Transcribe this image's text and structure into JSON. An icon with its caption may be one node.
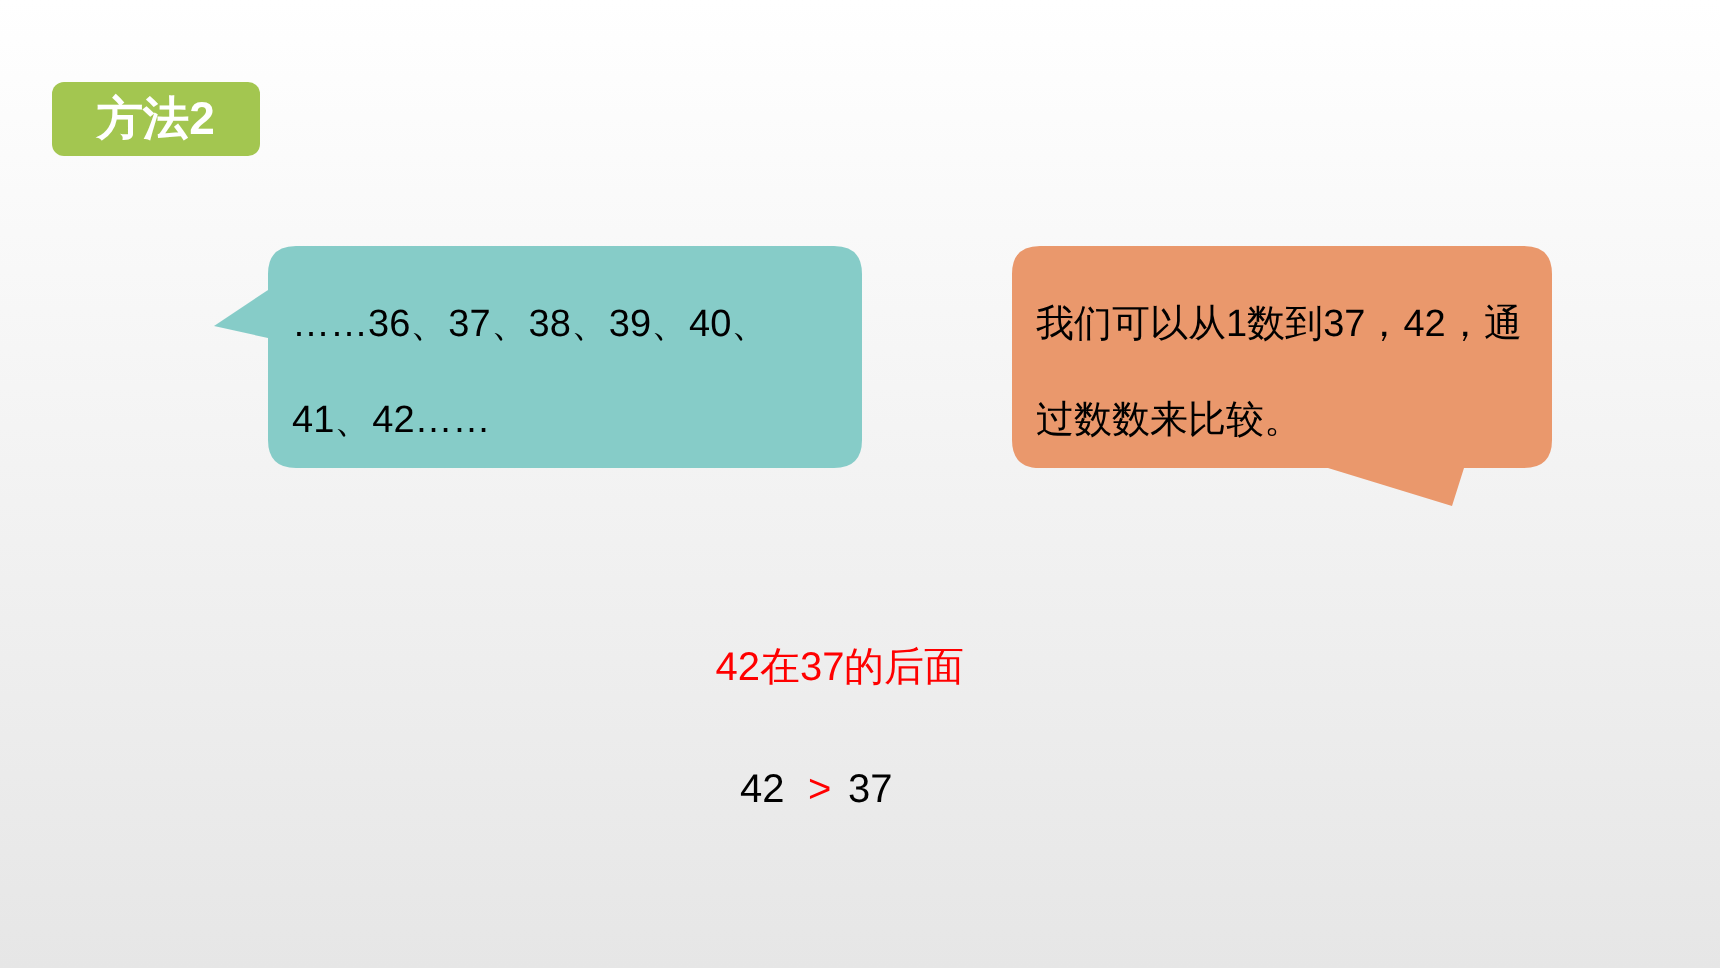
{
  "diagram": {
    "nodes": [
      {
        "text": [
          "方法2"
        ]
      },
      {
        "text": [
          "……36、37、38、39、40、41、42……"
        ]
      },
      {
        "text": [
          "我们可以从1数到37，42，通过数数来比较。"
        ]
      }
    ],
    "labels": [
      "42在37的后面",
      "42",
      ">",
      "37"
    ]
  }
}
